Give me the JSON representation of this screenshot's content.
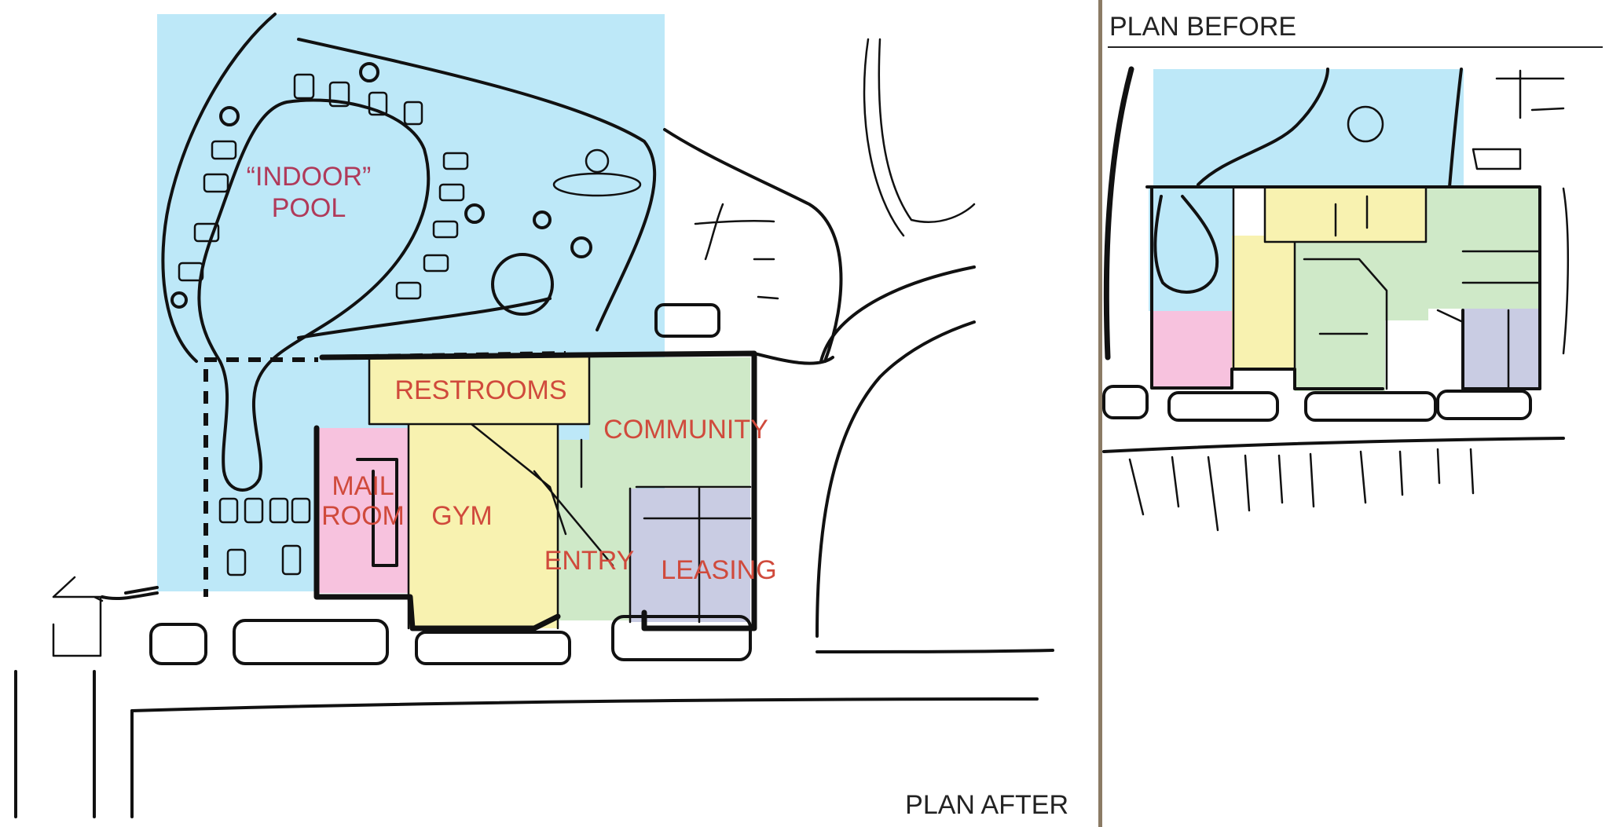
{
  "headings": {
    "plan_before": "PLAN BEFORE",
    "plan_after": "PLAN AFTER"
  },
  "zones": {
    "pool_line1": "“INDOOR”",
    "pool_line2": "POOL",
    "restrooms": "RESTROOMS",
    "community": "COMMUNITY",
    "mail_line1": "MAIL",
    "mail_line2": "ROOM",
    "gym": "GYM",
    "entry": "ENTRY",
    "leasing": "LEASING"
  },
  "colors": {
    "pool": "#bde8f8",
    "restrooms": "#f8f2b0",
    "gym": "#f8f2b0",
    "community": "#cfe9c8",
    "entry": "#cfe9c8",
    "mail": "#f7c2de",
    "leasing": "#c9cce3",
    "label": "#d04a3c",
    "divider": "#8b7b65"
  }
}
